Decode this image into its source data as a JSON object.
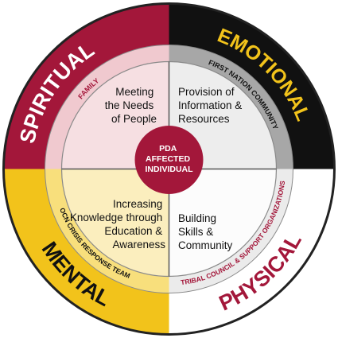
{
  "colors": {
    "spiritual": "#a3173a",
    "emotional": "#111111",
    "physical": "#ffffff",
    "mental": "#f2c31b",
    "outer_border": "#222222",
    "band_family": "#f0c9cf",
    "band_first_nation": "#a7a7a7",
    "band_tribal": "#ebebeb",
    "band_ocn": "#f8df7c",
    "quad_tl": "#f6dfe2",
    "quad_tr": "#ededed",
    "quad_br": "#fcfcfc",
    "quad_bl": "#fbeebe",
    "center": "#a3173a"
  },
  "diagram": {
    "outer_quadrants": [
      {
        "id": "spiritual",
        "label": "SPIRITUAL"
      },
      {
        "id": "emotional",
        "label": "EMOTIONAL"
      },
      {
        "id": "physical",
        "label": "PHYSICAL"
      },
      {
        "id": "mental",
        "label": "MENTAL"
      }
    ],
    "support_rings": [
      {
        "id": "family",
        "label": "FAMILY"
      },
      {
        "id": "first_nation",
        "label": "FIRST NATION COMMUNITY"
      },
      {
        "id": "tribal",
        "label": "TRIBAL COUNCIL & SUPPORT ORGANIZATIONS"
      },
      {
        "id": "ocn",
        "label": "OCN CRISIS RESPONSE TEAM"
      }
    ],
    "inner_quadrants": [
      {
        "id": "tl",
        "lines": [
          "Meeting",
          "the Needs",
          "of People"
        ]
      },
      {
        "id": "tr",
        "lines": [
          "Provision of",
          "Information &",
          "Resources"
        ]
      },
      {
        "id": "bl",
        "lines": [
          "Increasing",
          "Knowledge through",
          "Education &",
          "Awareness"
        ]
      },
      {
        "id": "br",
        "lines": [
          "Building",
          "Skills &",
          "Community"
        ]
      }
    ],
    "center": {
      "lines": [
        "PDA",
        "AFFECTED",
        "INDIVIDUAL"
      ]
    }
  }
}
